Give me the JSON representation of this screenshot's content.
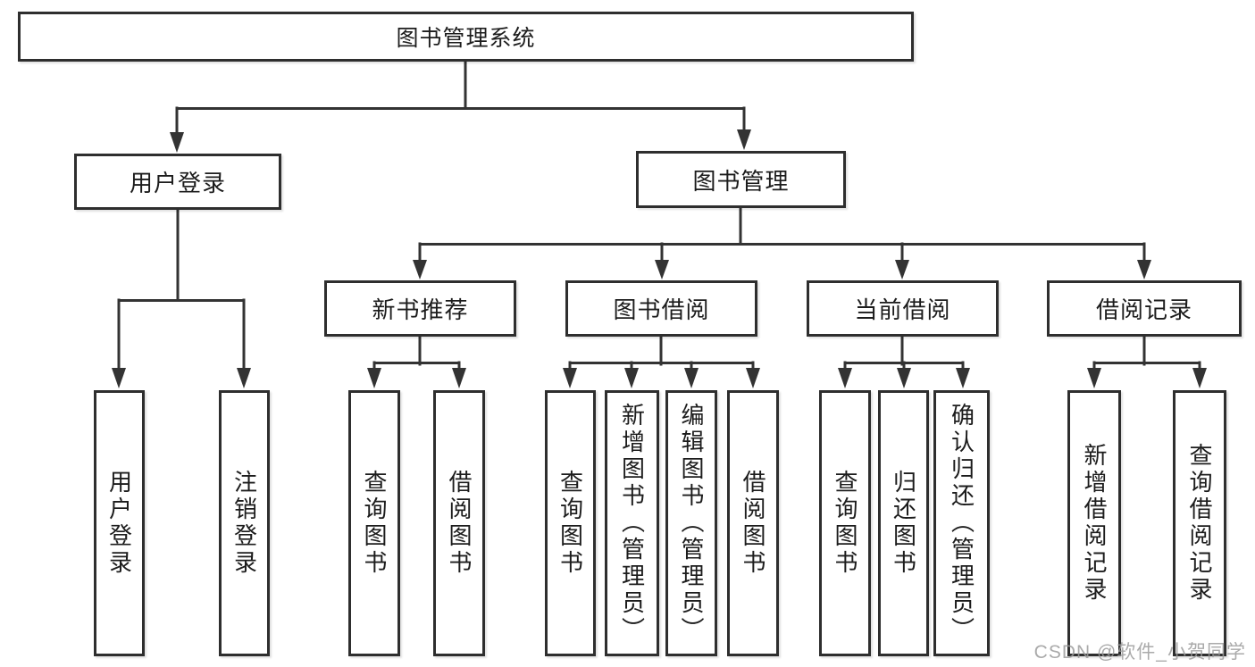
{
  "tree": {
    "root": {
      "label": "图书管理系统"
    },
    "branches": [
      {
        "label": "用户登录",
        "children": [
          {
            "label": "用户登录"
          },
          {
            "label": "注销登录"
          }
        ]
      },
      {
        "label": "图书管理",
        "children": [
          {
            "label": "新书推荐",
            "children": [
              {
                "label": "查询图书"
              },
              {
                "label": "借阅图书"
              }
            ]
          },
          {
            "label": "图书借阅",
            "children": [
              {
                "label": "查询图书"
              },
              {
                "label": "新增图书（管理员）"
              },
              {
                "label": "编辑图书（管理员）"
              },
              {
                "label": "借阅图书"
              }
            ]
          },
          {
            "label": "当前借阅",
            "children": [
              {
                "label": "查询图书"
              },
              {
                "label": "归还图书"
              },
              {
                "label": "确认归还（管理员）"
              }
            ]
          },
          {
            "label": "借阅记录",
            "children": [
              {
                "label": "新增借阅记录"
              },
              {
                "label": "查询借阅记录"
              }
            ]
          }
        ]
      }
    ]
  },
  "colors": {
    "line": "#333333",
    "border": "#2e2e2e",
    "text": "#1c1c1c",
    "watermark": "#9b9b9b",
    "background": "#ffffff"
  },
  "watermark": {
    "text": "CSDN @软件_小贺同学"
  }
}
